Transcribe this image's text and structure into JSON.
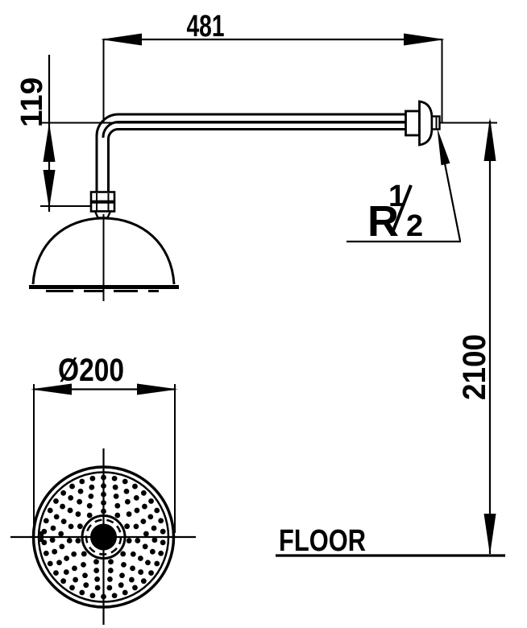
{
  "drawing": {
    "type": "technical-dimension-drawing",
    "subject": "wall-mounted rain shower head, side view and face view",
    "labels": {
      "arm_length": "481",
      "drop_height": "119",
      "mount_height": "2100",
      "head_diameter": "Ø200",
      "floor": "FLOOR",
      "thread_letter": "R",
      "thread_numerator": "1",
      "thread_denominator": "2"
    },
    "colors": {
      "line": "#000000",
      "background": "#ffffff"
    },
    "face_view": {
      "hole_radius": 3.4,
      "hole_rings": [
        {
          "radius": 32,
          "count": 11
        },
        {
          "radius": 42.5,
          "count": 15
        },
        {
          "radius": 53,
          "count": 21
        },
        {
          "radius": 63.5,
          "count": 27
        },
        {
          "radius": 74,
          "count": 34
        }
      ]
    }
  }
}
